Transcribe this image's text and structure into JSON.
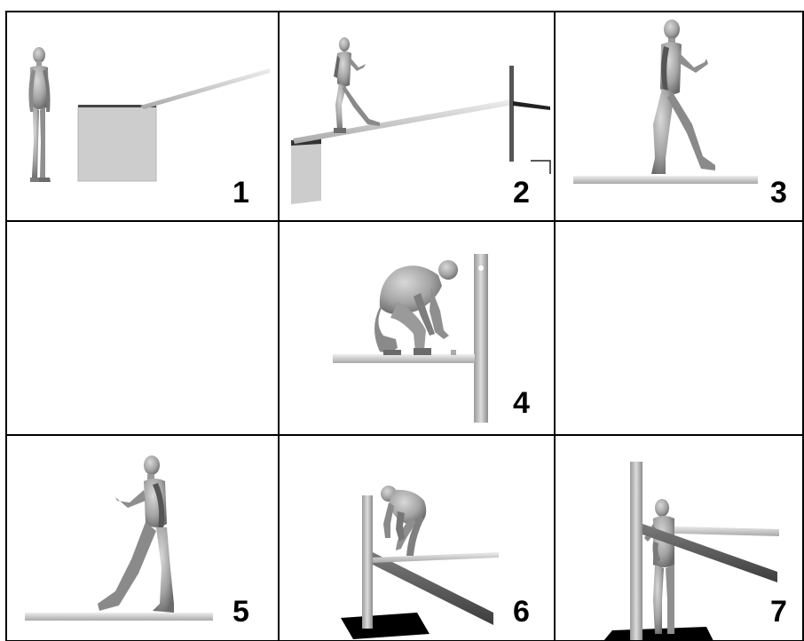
{
  "panels": [
    {
      "id": 1,
      "label": "1",
      "scene": "figure-standing-before-box-and-beam"
    },
    {
      "id": 2,
      "label": "2",
      "scene": "figure-walking-up-inclined-beam"
    },
    {
      "id": 3,
      "label": "3",
      "scene": "figure-walking-on-beam"
    },
    {
      "id": 4,
      "label": "",
      "scene": "empty"
    },
    {
      "id": 5,
      "label": "4",
      "scene": "figure-crouching-at-beam-end-near-post"
    },
    {
      "id": 6,
      "label": "",
      "scene": "empty"
    },
    {
      "id": 7,
      "label": "5",
      "scene": "figure-walking-on-beam-facing-left"
    },
    {
      "id": 8,
      "label": "6",
      "scene": "figure-climbing-over-beam-at-post"
    },
    {
      "id": 9,
      "label": "7",
      "scene": "figure-standing-next-to-post-and-beams"
    }
  ],
  "colors": {
    "figure": "#a9a9a9",
    "figure_shadow": "#5f5f5f",
    "beam": "#d6d6d6",
    "box": "#cfcfcf",
    "post": "#c4c4c4",
    "base": "#000000",
    "grid": "#000000"
  }
}
